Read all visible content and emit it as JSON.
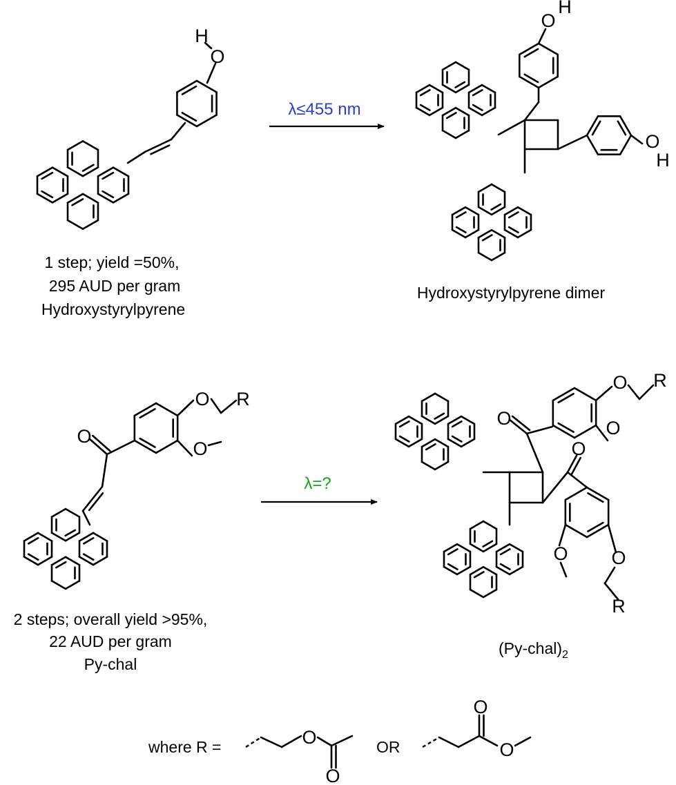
{
  "colors": {
    "blue_condition": "#2a3dd6",
    "green_condition": "#1aa31a",
    "ink": "#000000"
  },
  "reaction1": {
    "condition": "λ≤455 nm",
    "reactant_caption": [
      "1 step; yield =50%,",
      "295 AUD per gram",
      "Hydroxystyrylpyrene"
    ],
    "product_caption": "Hydroxystyrylpyrene dimer"
  },
  "reaction2": {
    "condition": "λ=?",
    "reactant_caption": [
      "2 steps; overall yield >95%,",
      "22 AUD per gram",
      "Py-chal"
    ],
    "product_caption": "(Py-chal)",
    "product_subscript": "2"
  },
  "footer": {
    "where_r": "where R =",
    "or": "OR"
  },
  "atoms": {
    "O": "O",
    "H": "H",
    "R": "R"
  }
}
